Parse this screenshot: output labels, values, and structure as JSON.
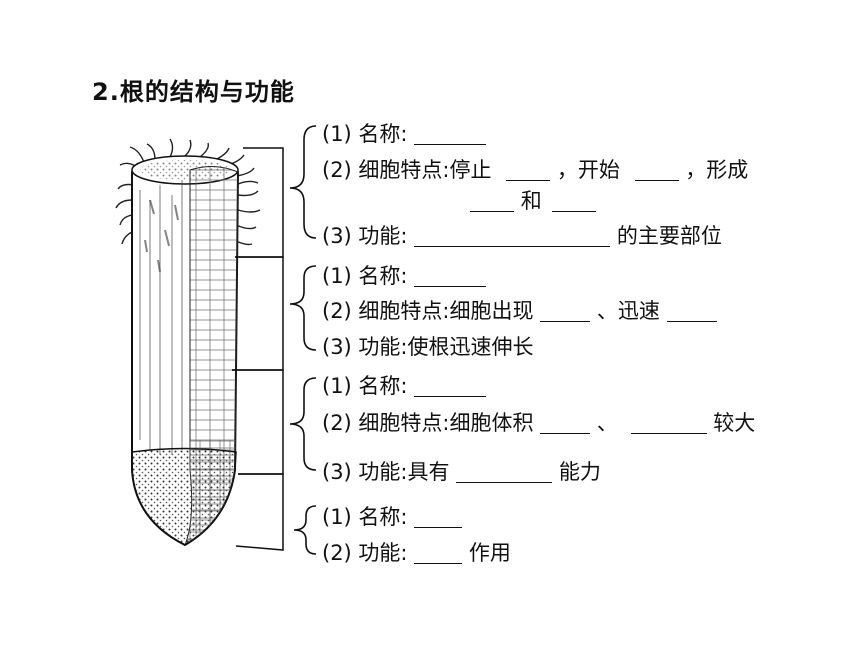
{
  "title": "2.根的结构与功能",
  "section1": {
    "l1": "(1) 名称:",
    "l2a": "(2) 细胞特点:停止",
    "l2b": "，开始",
    "l2c": "，形成",
    "l3": "和",
    "l4a": "(3) 功能:",
    "l4b": "的主要部位"
  },
  "section2": {
    "l1": "(1) 名称:",
    "l2a": "(2) 细胞特点:细胞出现",
    "l2b": "、迅速",
    "l3": "(3) 功能:使根迅速伸长"
  },
  "section3": {
    "l1": "(1) 名称:",
    "l2a": "(2) 细胞特点:细胞体积",
    "l2b": "、",
    "l2c": "较大",
    "l3a": "(3) 功能:具有",
    "l3b": "能力"
  },
  "section4": {
    "l1": "(1) 名称:",
    "l2a": "(2) 功能:",
    "l2b": "作用"
  }
}
